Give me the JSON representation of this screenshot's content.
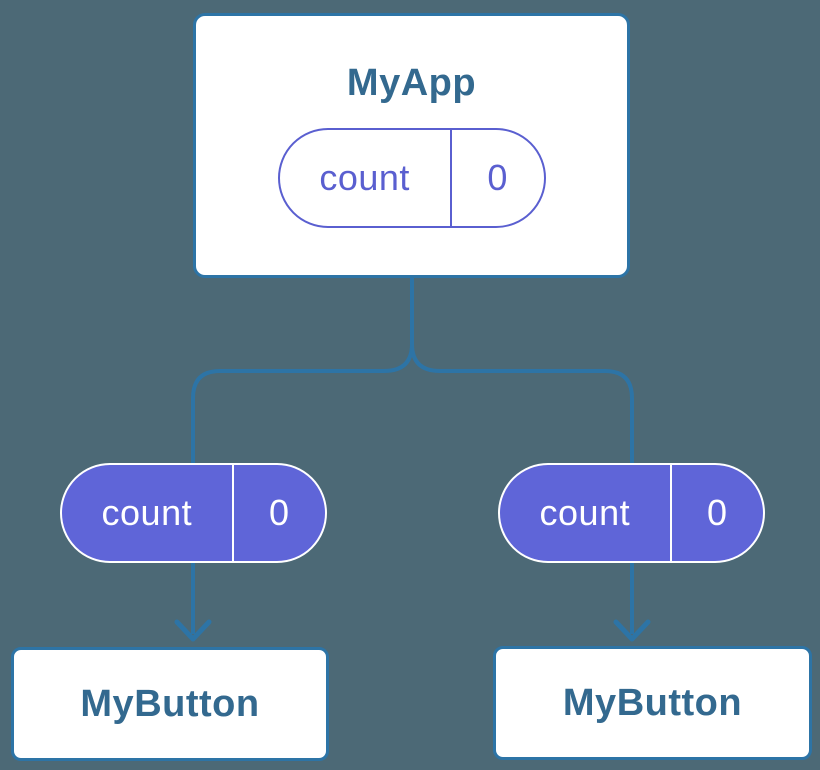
{
  "diagram": {
    "root": {
      "title": "MyApp",
      "state": {
        "name": "count",
        "value": "0"
      }
    },
    "children": [
      {
        "title": "MyButton",
        "state": {
          "name": "count",
          "value": "0"
        }
      },
      {
        "title": "MyButton",
        "state": {
          "name": "count",
          "value": "0"
        }
      }
    ],
    "colors": {
      "background": "#4C6976",
      "connector_blue": "#2D74A6",
      "component_text_blue": "#33698F",
      "state_purple_outline": "#5A5FD0",
      "state_purple_fill": "#5F65D8",
      "box_fill": "#FFFFFF"
    }
  }
}
